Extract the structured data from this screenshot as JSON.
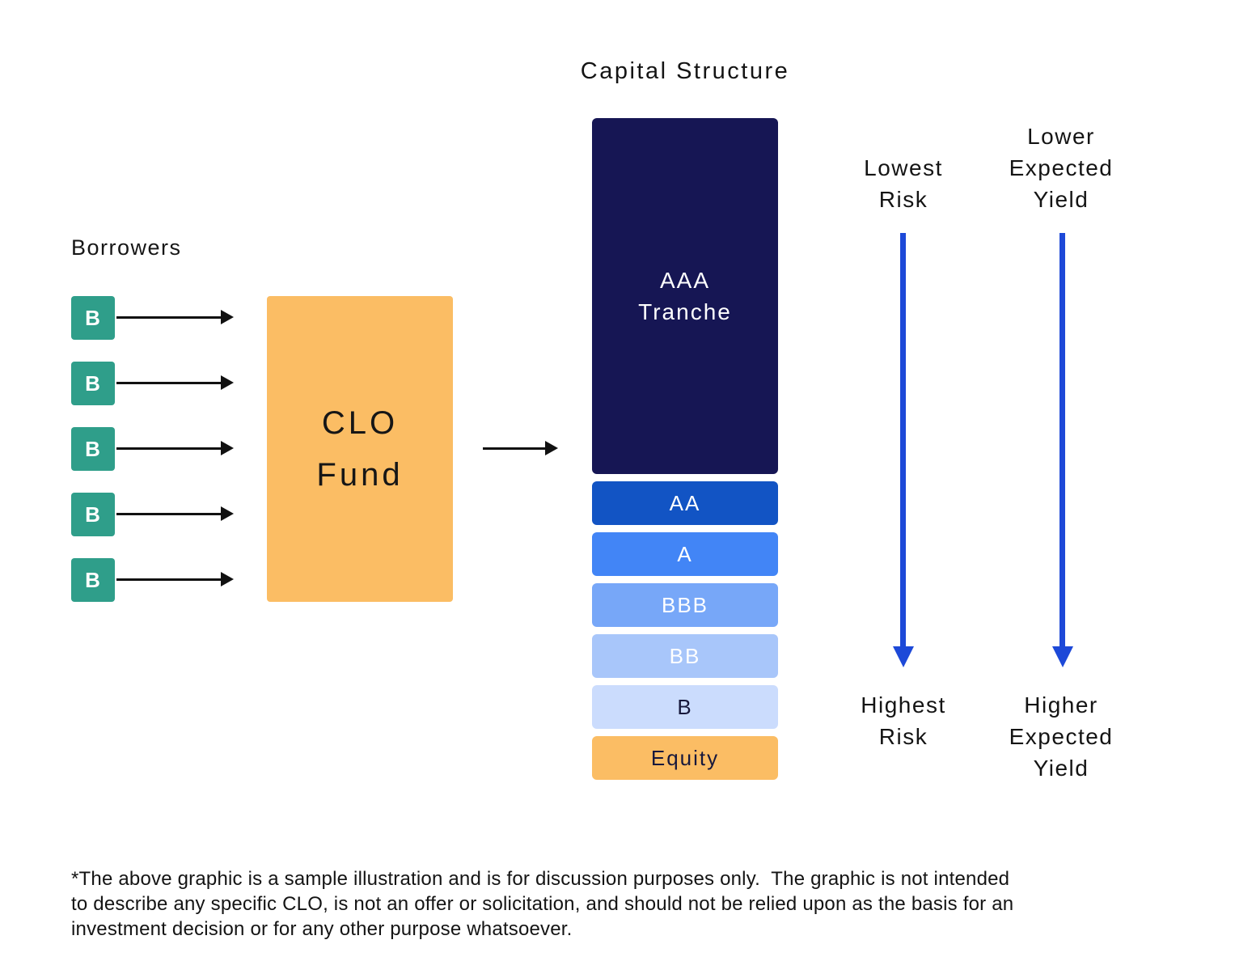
{
  "colors": {
    "borrower_green": "#2F9E8A",
    "fund_orange": "#FBBD64",
    "arrow_black": "#111111",
    "arrow_blue": "#1D49D8"
  },
  "borrowers": {
    "label": "Borrowers",
    "items": [
      "B",
      "B",
      "B",
      "B",
      "B"
    ]
  },
  "clo_fund": {
    "label": "CLO\nFund"
  },
  "capital_structure": {
    "title": "Capital Structure",
    "tranches": [
      {
        "label": "AAA\nTranche",
        "color": "#161654"
      },
      {
        "label": "AA",
        "color": "#1254C4"
      },
      {
        "label": "A",
        "color": "#4285F6"
      },
      {
        "label": "BBB",
        "color": "#77A7F8"
      },
      {
        "label": "BB",
        "color": "#A8C6FA"
      },
      {
        "label": "B",
        "color": "#CBDCFD"
      },
      {
        "label": "Equity",
        "color": "#FBBD64"
      }
    ]
  },
  "risk_axis": {
    "top": "Lowest\nRisk",
    "bottom": "Highest\nRisk"
  },
  "yield_axis": {
    "top": "Lower\nExpected\nYield",
    "bottom": "Higher\nExpected\nYield"
  },
  "disclaimer": "*The above graphic is a sample illustration and is for discussion purposes only.  The graphic is not intended\nto describe any specific CLO, is not an offer or solicitation, and should not be relied upon as the basis for an\ninvestment decision or for any other purpose whatsoever."
}
